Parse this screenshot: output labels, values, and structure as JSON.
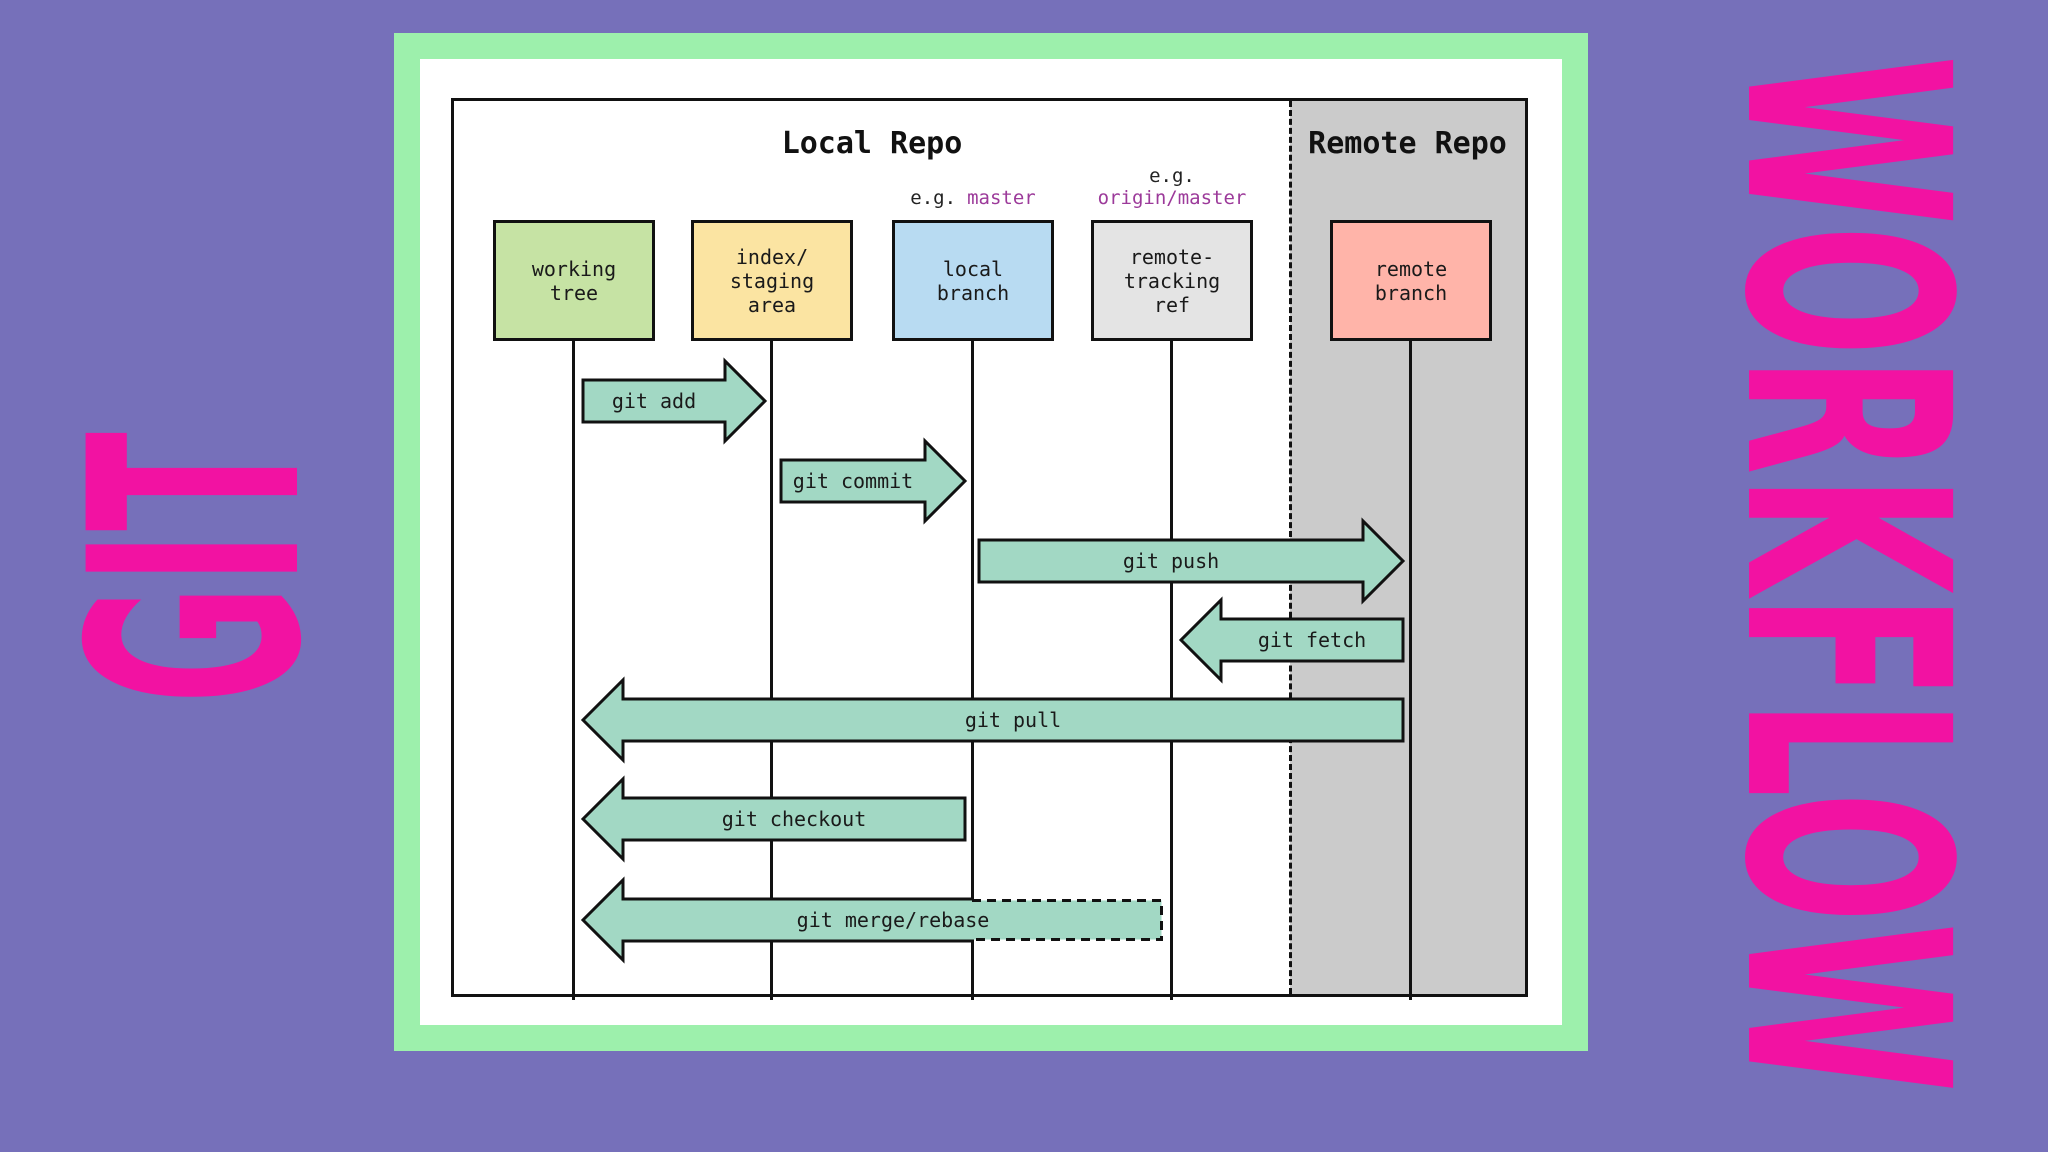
{
  "theme": {
    "bg": "#7670ba",
    "pink": "#f212a2",
    "green": "#9df0ac",
    "teal": "#a2d8c4",
    "gray": "#cbcbcb",
    "ink": "#111111",
    "purple-label": "#9c3a9a",
    "c-working": "#c6e3a4",
    "c-staging": "#fbe4a2",
    "c-local": "#b8dbf2",
    "c-tracking": "#e4e4e4",
    "c-remote": "#ffb4a9"
  },
  "side_text": {
    "left": "GIT",
    "right": "WORKFLOW"
  },
  "diagram": {
    "local_repo_title": "Local Repo",
    "remote_repo_title": "Remote Repo",
    "eg": {
      "prefix": "e.g.",
      "local_value": "master",
      "remote_value": "origin/master"
    },
    "nodes": {
      "working_tree": {
        "label": "working\ntree"
      },
      "staging": {
        "label": "index/\nstaging\narea"
      },
      "local_branch": {
        "label": "local\nbranch"
      },
      "remote_tracking": {
        "label": "remote-\ntracking\nref"
      },
      "remote_branch": {
        "label": "remote\nbranch"
      }
    },
    "arrows": {
      "add": {
        "label": "git add",
        "direction": "right",
        "from": "working_tree",
        "to": "staging"
      },
      "commit": {
        "label": "git commit",
        "direction": "right",
        "from": "staging",
        "to": "local_branch"
      },
      "push": {
        "label": "git push",
        "direction": "right",
        "from": "local_branch",
        "to": "remote_branch"
      },
      "fetch": {
        "label": "git fetch",
        "direction": "left",
        "from": "remote_branch",
        "to": "remote_tracking"
      },
      "pull": {
        "label": "git pull",
        "direction": "left",
        "from": "remote_branch",
        "to": "working_tree"
      },
      "checkout": {
        "label": "git checkout",
        "direction": "left",
        "from": "local_branch",
        "to": "working_tree"
      },
      "merge": {
        "label": "git merge/rebase",
        "direction": "left",
        "from": "remote_tracking",
        "to": "working_tree",
        "dashed_tail": true
      }
    }
  }
}
